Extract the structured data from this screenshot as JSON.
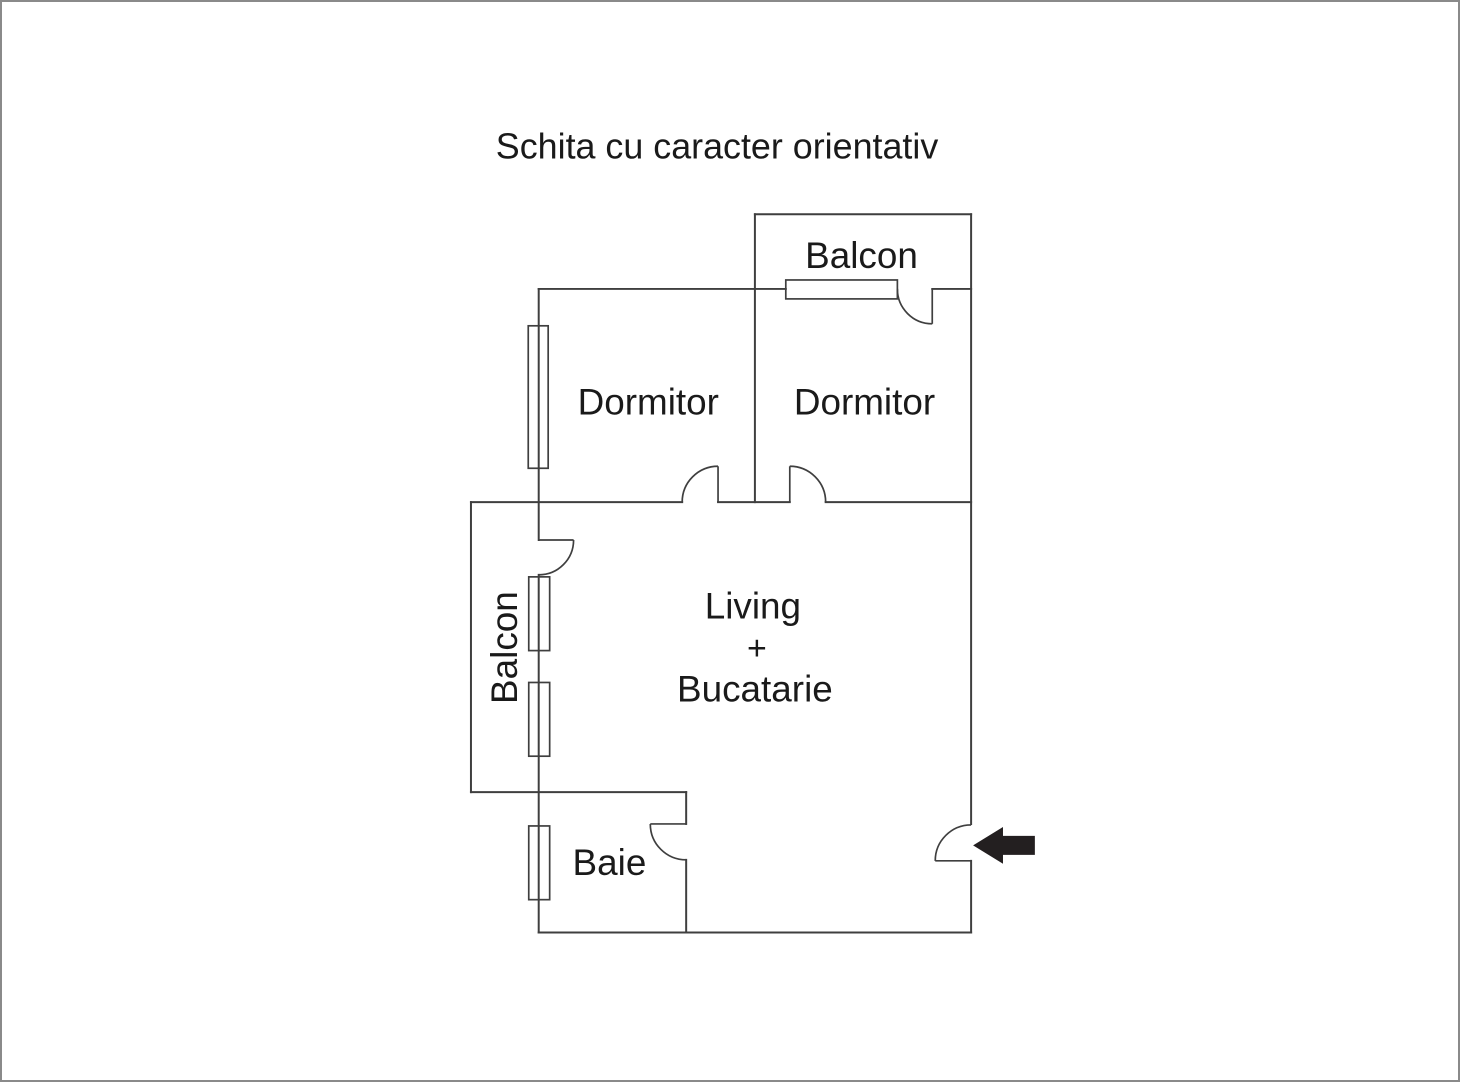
{
  "title": "Schita cu caracter orientativ",
  "rooms": {
    "balcony_top": "Balcon",
    "dormitor_left": "Dormitor",
    "dormitor_right": "Dormitor",
    "balcony_left": "Balcon",
    "living_line1": "Living",
    "living_plus": "+",
    "living_line2": "Bucatarie",
    "baie": "Baie"
  },
  "annotations": {
    "entrance_arrow": "entrance-arrow-left"
  },
  "colors": {
    "background": "#ffffff",
    "border": "#8a8a8a",
    "walls": "#3f3f3f",
    "text": "#1a1a1a",
    "arrow": "#231f20"
  }
}
